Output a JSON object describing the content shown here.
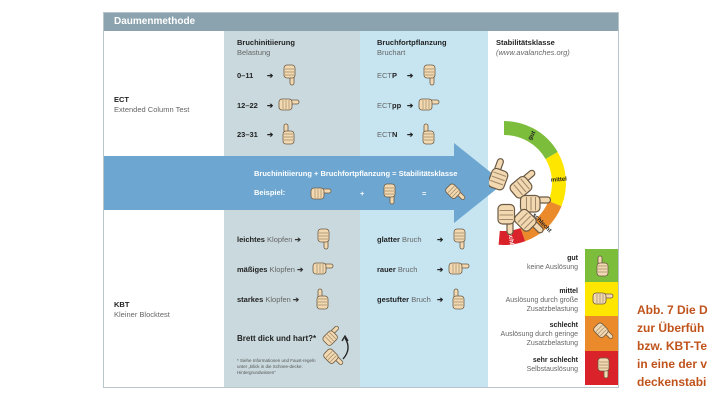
{
  "title": "Daumenmethode",
  "left": {
    "ect_title": "ECT",
    "ect_sub": "Extended Column Test",
    "kbt_title": "KBT",
    "kbt_sub": "Kleiner Blocktest"
  },
  "col2": {
    "title": "Bruchinitiierung",
    "sub": "Belastung",
    "ect": [
      "0–11",
      "12–22",
      "23–31"
    ],
    "kbt": [
      {
        "b": "leichtes",
        "r": "Klopfen"
      },
      {
        "b": "mäßiges",
        "r": "Klopfen"
      },
      {
        "b": "starkes",
        "r": "Klopfen"
      }
    ],
    "brett": "Brett dick und hart?*",
    "footnote": "* Siehe Informationen und Faust-regeln unter „Blick in die Schnee-decke: Hintergrundwissen“"
  },
  "col3": {
    "title": "Bruchfortpflanzung",
    "sub": "Bruchart",
    "ect": [
      {
        "a": "ECT",
        "b": "P"
      },
      {
        "a": "ECT",
        "b": "pp"
      },
      {
        "a": "ECT",
        "b": "N"
      }
    ],
    "kbt": [
      {
        "b": "glatter",
        "r": "Bruch"
      },
      {
        "b": "rauer",
        "r": "Bruch"
      },
      {
        "b": "gestufter",
        "r": "Bruch"
      }
    ]
  },
  "col4": {
    "title": "Stabilitätsklasse",
    "sub": "(www.avalanches.org)"
  },
  "arrow": {
    "formula": "Bruchinitiierung + Bruchfortpflanzung = Stabilitätsklasse",
    "example": "Beispiel:",
    "plus": "+",
    "eq": "="
  },
  "gauge": {
    "labels": [
      "gut",
      "mittel",
      "schlecht",
      "sehr schlecht"
    ]
  },
  "legend": [
    {
      "name": "gut",
      "desc1": "keine Auslösung",
      "desc2": "",
      "color": "#7cbd3c"
    },
    {
      "name": "mittel",
      "desc1": "Auslösung durch große",
      "desc2": "Zusatzbelastung",
      "color": "#ffe600"
    },
    {
      "name": "schlecht",
      "desc1": "Auslösung durch geringe",
      "desc2": "Zusatzbelastung",
      "color": "#eb8a2a"
    },
    {
      "name": "sehr schlecht",
      "desc1": "Selbstauslösung",
      "desc2": "",
      "color": "#d9222a"
    }
  ],
  "caption": [
    "Abb. 7 Die D",
    "zur Überfüh",
    "bzw.  KBT-Te",
    "in eine der v",
    "deckenstabi"
  ]
}
